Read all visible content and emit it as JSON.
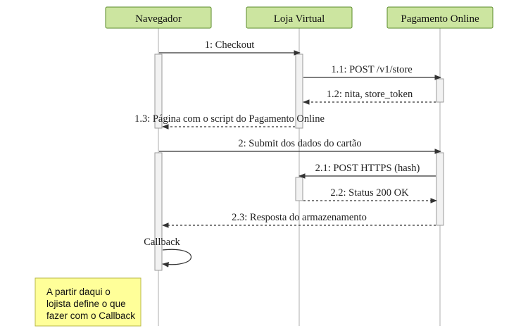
{
  "participants": [
    {
      "id": "navegador",
      "label": "Navegador"
    },
    {
      "id": "loja",
      "label": "Loja Virtual"
    },
    {
      "id": "pagamento",
      "label": "Pagamento Online"
    }
  ],
  "messages": [
    {
      "id": "m1",
      "label": "1: Checkout",
      "from": "navegador",
      "to": "loja",
      "style": "solid"
    },
    {
      "id": "m1_1",
      "label": "1.1: POST /v1/store",
      "from": "loja",
      "to": "pagamento",
      "style": "solid"
    },
    {
      "id": "m1_2",
      "label": "1.2: nita, store_token",
      "from": "pagamento",
      "to": "loja",
      "style": "dashed"
    },
    {
      "id": "m1_3",
      "label": "1.3: Página com o script do Pagamento Online",
      "from": "loja",
      "to": "navegador",
      "style": "dashed"
    },
    {
      "id": "m2",
      "label": "2: Submit dos dados do cartão",
      "from": "navegador",
      "to": "pagamento",
      "style": "solid"
    },
    {
      "id": "m2_1",
      "label": "2.1: POST HTTPS (hash)",
      "from": "pagamento",
      "to": "loja",
      "style": "solid"
    },
    {
      "id": "m2_2",
      "label": "2.2: Status 200 OK",
      "from": "loja",
      "to": "pagamento",
      "style": "dashed"
    },
    {
      "id": "m2_3",
      "label": "2.3: Resposta do armazenamento",
      "from": "pagamento",
      "to": "navegador",
      "style": "dashed"
    },
    {
      "id": "callback",
      "label": "Callback",
      "from": "navegador",
      "to": "navegador",
      "style": "self"
    }
  ],
  "note": {
    "lines": [
      "A partir daqui o",
      "lojista define o que",
      "fazer com o Callback"
    ]
  }
}
